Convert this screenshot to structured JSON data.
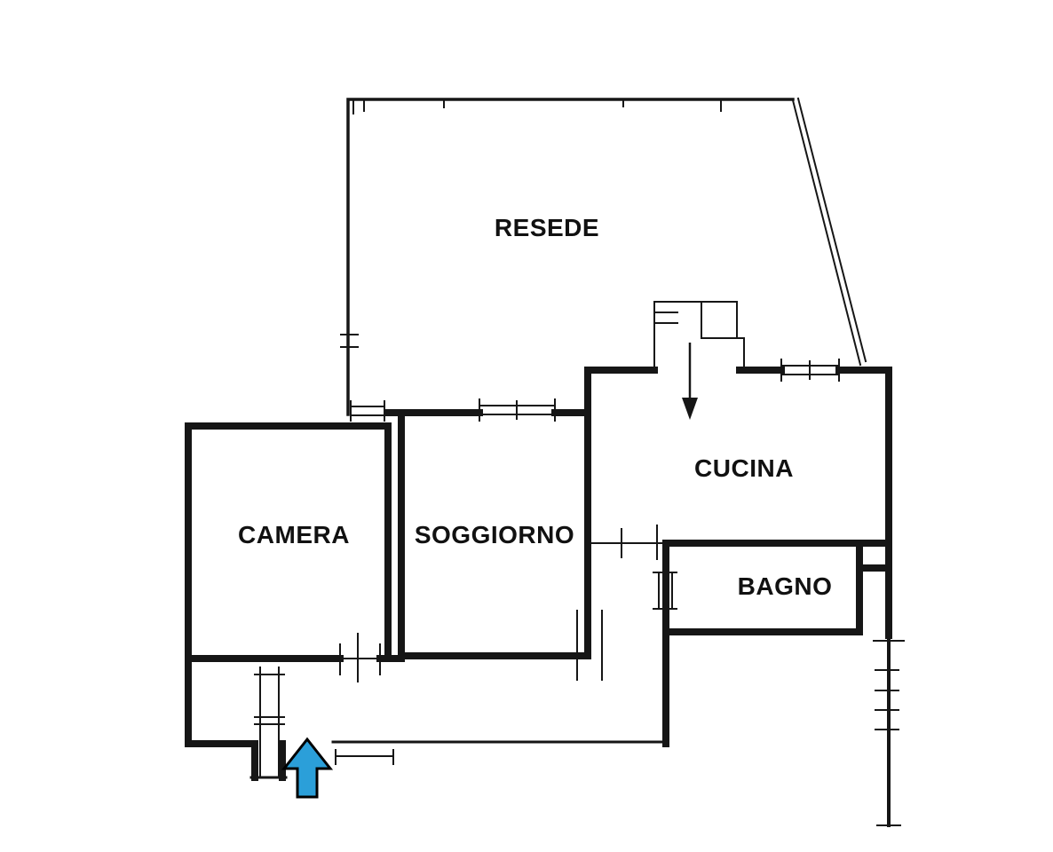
{
  "plan": {
    "rooms": [
      {
        "id": "resede",
        "label": "RESEDE"
      },
      {
        "id": "camera",
        "label": "CAMERA"
      },
      {
        "id": "soggiorno",
        "label": "SOGGIORNO"
      },
      {
        "id": "cucina",
        "label": "CUCINA"
      },
      {
        "id": "bagno",
        "label": "BAGNO"
      }
    ],
    "colors": {
      "wall": "#161616",
      "entrance_arrow_fill": "#2b9fd9",
      "entrance_arrow_stroke": "#000000"
    },
    "symbols": {
      "entrance_arrow": "arrow-up-icon",
      "cucina_entry_arrow": "arrow-down-icon"
    }
  }
}
